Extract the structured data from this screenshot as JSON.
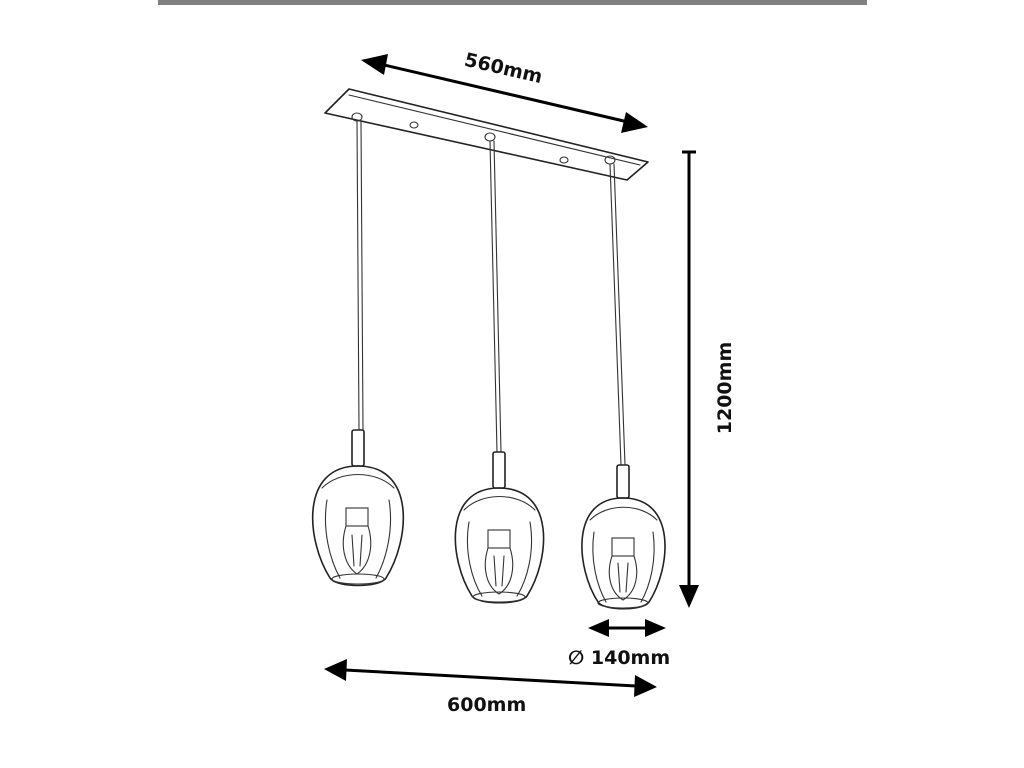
{
  "dimensions": {
    "top_width": "560mm",
    "height": "1200mm",
    "shade_diameter": "∅ 140mm",
    "overall_width": "600mm"
  },
  "colors": {
    "top_bar": "#808080",
    "line": "#222222",
    "arrow": "#000000"
  }
}
